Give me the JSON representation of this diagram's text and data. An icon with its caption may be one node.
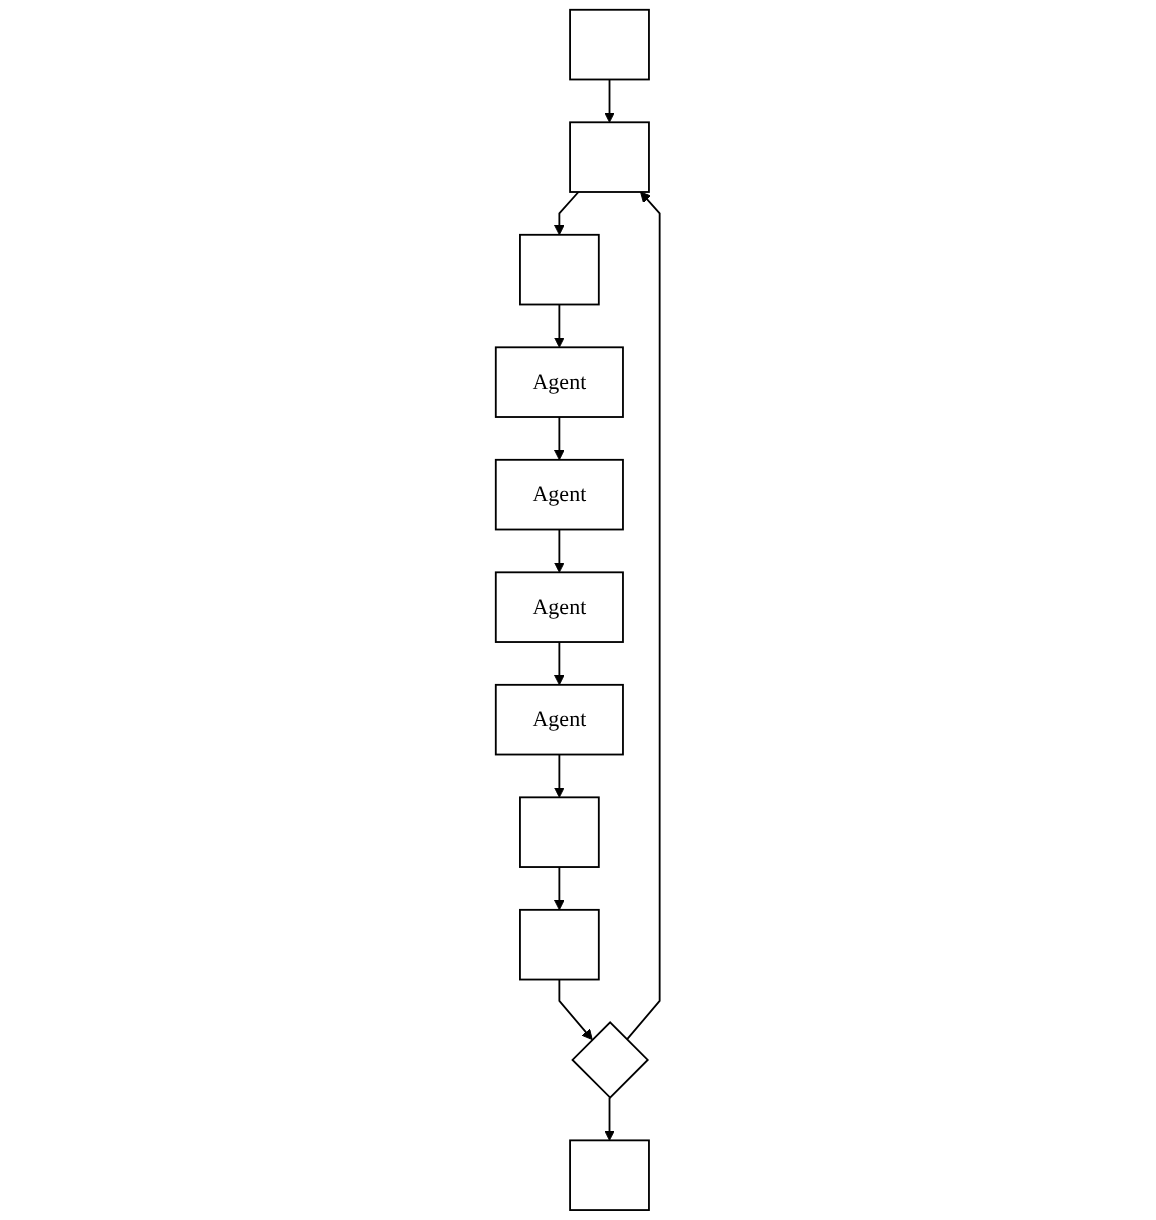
{
  "diagram": {
    "nodes": [
      {
        "text": [],
        "shape": "box"
      },
      {
        "text": [],
        "shape": "box"
      },
      {
        "text": [],
        "shape": "box"
      },
      {
        "text": [
          "Agent"
        ]
      },
      {
        "text": [
          "Agent"
        ]
      },
      {
        "text": [
          "Agent"
        ]
      },
      {
        "text": [
          "Agent"
        ]
      },
      {
        "text": [],
        "shape": "box"
      },
      {
        "text": [],
        "shape": "box"
      },
      {
        "text": [],
        "shape": "diamond"
      },
      {
        "text": [],
        "shape": "box"
      }
    ],
    "edges": [
      {
        "from": 0,
        "to": 1,
        "arrow": "to"
      },
      {
        "from": 1,
        "to": 2,
        "arrow": "to"
      },
      {
        "from": 2,
        "to": 3,
        "arrow": "to"
      },
      {
        "from": 3,
        "to": 4,
        "arrow": "to"
      },
      {
        "from": 4,
        "to": 5,
        "arrow": "to"
      },
      {
        "from": 5,
        "to": 6,
        "arrow": "to"
      },
      {
        "from": 6,
        "to": 7,
        "arrow": "to"
      },
      {
        "from": 7,
        "to": 8,
        "arrow": "to"
      },
      {
        "from": 8,
        "to": 9,
        "arrow": "to"
      },
      {
        "from": 9,
        "to": 1,
        "arrow": "to"
      },
      {
        "from": 9,
        "to": 10,
        "arrow": "to"
      }
    ]
  }
}
